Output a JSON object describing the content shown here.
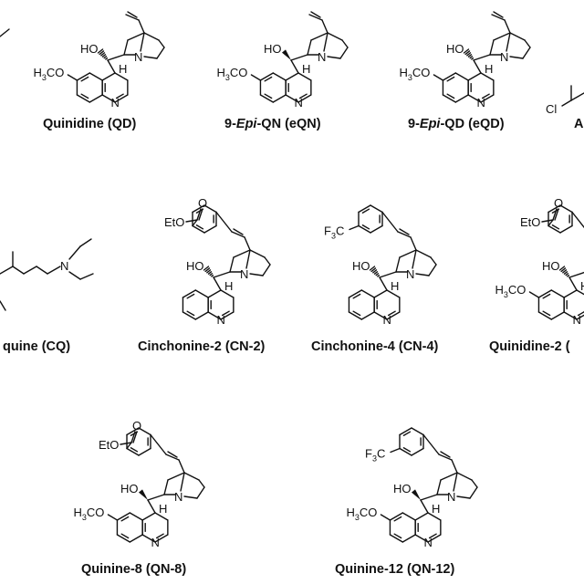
{
  "captions": {
    "qd": "Quinidine (QD)",
    "eqn_prefix": "9-",
    "eqn_italic": "Epi",
    "eqn_suffix": "-QN (eQN)",
    "eqd_prefix": "9-",
    "eqd_italic": "Epi",
    "eqd_suffix": "-QD (eQD)",
    "a_partial": "A",
    "cq_partial": "quine (CQ)",
    "cn2": "Cinchonine-2 (CN-2)",
    "cn4": "Cinchonine-4 (CN-4)",
    "qd2_partial": "Quinidine-2 (",
    "qn8": "Quinine-8 (QN-8)",
    "qn12": "Quinine-12 (QN-12)"
  },
  "atom_labels": {
    "ho": "HO",
    "h": "H",
    "n": "N",
    "h3c": "H",
    "h3c_sub": "3",
    "h3c_c": "CO",
    "eto": "EtO",
    "o": "O",
    "f3c_f": "F",
    "f3c_sub": "3",
    "f3c_c": "C",
    "cl": "Cl"
  }
}
